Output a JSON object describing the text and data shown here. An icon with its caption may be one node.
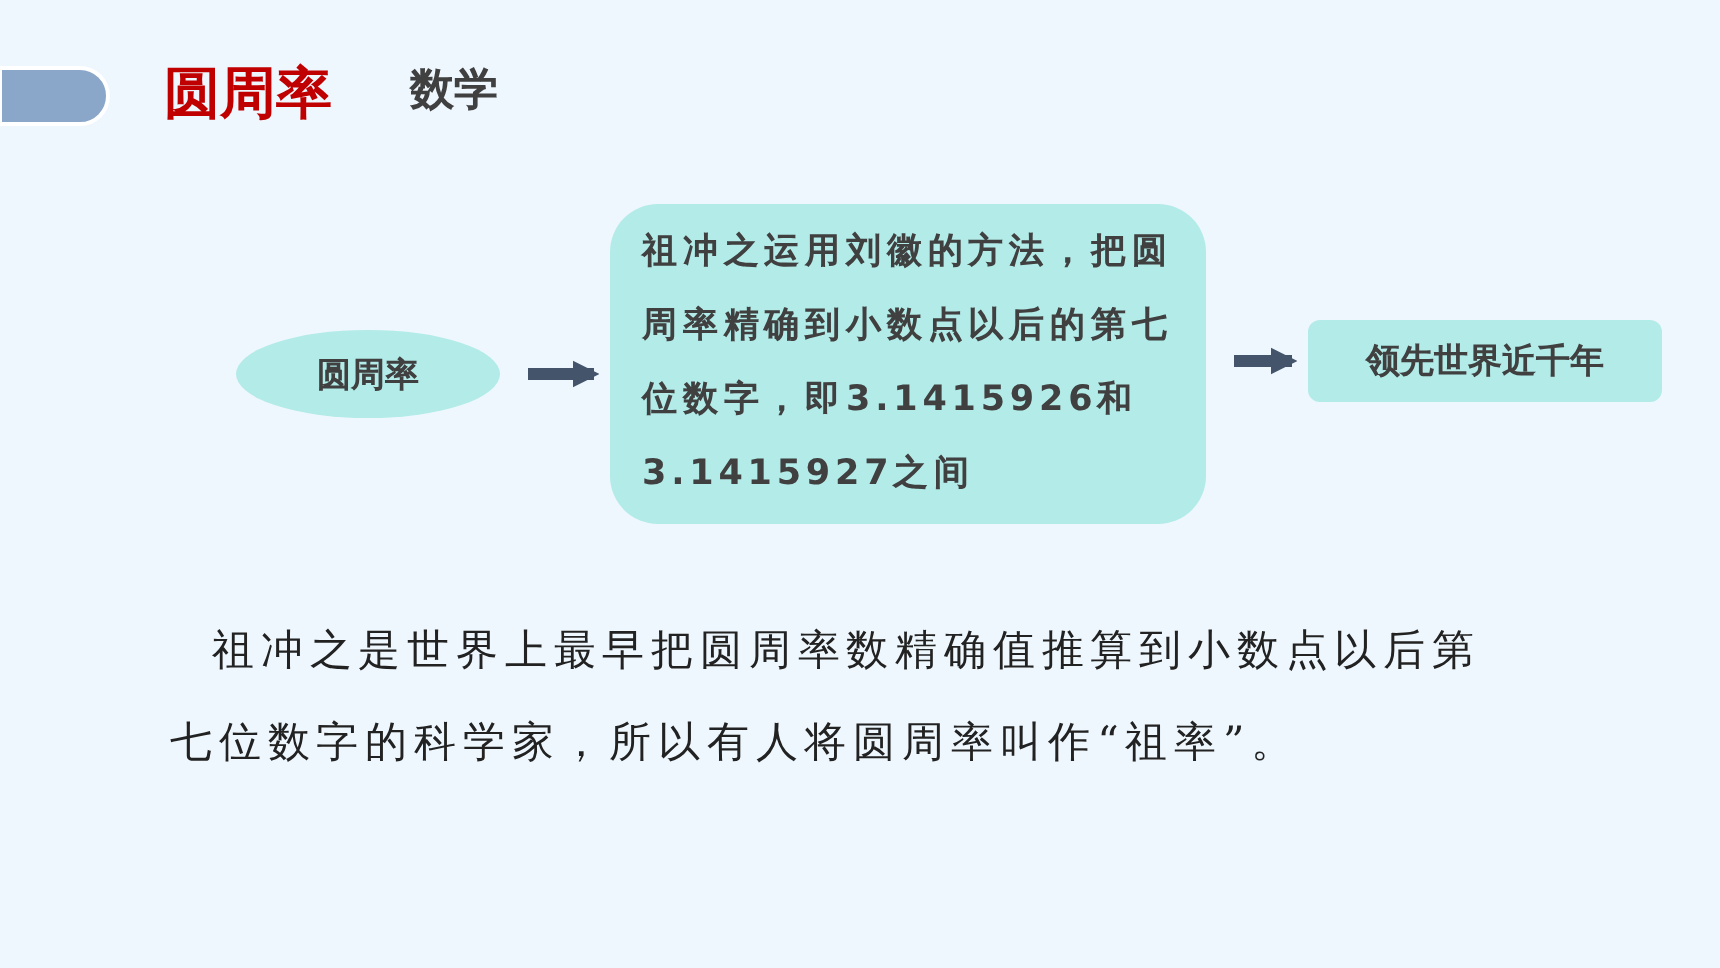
{
  "diagram": {
    "title": "圆周率",
    "nodes": [
      {
        "text": [
          "圆周率"
        ]
      },
      {
        "text": [
          "祖冲之运用刘徽的方法，把圆周率精确到小数点以后的第七位数字，即3.1415926和3.1415927之间"
        ]
      },
      {
        "text": [
          "领先世界近千年"
        ]
      }
    ],
    "edges": [
      {
        "from": 0,
        "to": 1,
        "arrow": "to"
      },
      {
        "from": 1,
        "to": 2,
        "arrow": "to"
      }
    ],
    "labels": [
      "数学",
      "祖冲之是世界上最早把圆周率数精确值推算到小数点以后第七位数字的科学家，所以有人将圆周率叫作“祖率”。"
    ]
  }
}
